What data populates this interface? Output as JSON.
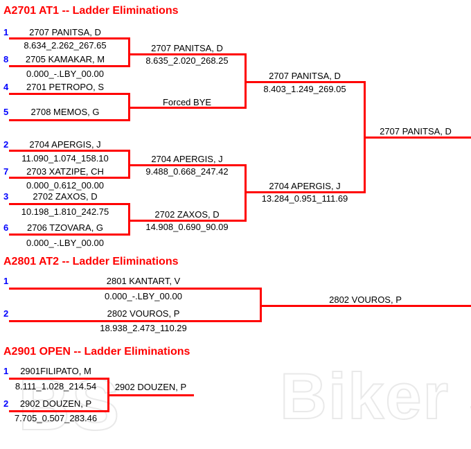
{
  "colors": {
    "red": "#FF0000",
    "blue": "#0000FF",
    "text": "#000000",
    "background": "#FFFFFF",
    "watermark": "#E9E9E9"
  },
  "watermark": {
    "logo": "BS",
    "brand": "Biker Sp"
  },
  "sections": [
    {
      "title": "A2701 AT1 -- Ladder Eliminations",
      "round1": [
        {
          "seed": "1",
          "name": "2707 PANITSA, D",
          "score": "8.634_2.262_267.65"
        },
        {
          "seed": "8",
          "name": "2705 KAMAKAR, M",
          "score": "0.000_-.LBY_00.00"
        },
        {
          "seed": "4",
          "name": "2701 PETROPO, S"
        },
        {
          "seed": "5",
          "name": "2708 MEMOS, G"
        },
        {
          "seed": "2",
          "name": "2704 APERGIS, J",
          "score": "11.090_1.074_158.10"
        },
        {
          "seed": "7",
          "name": "2703 XATZIPE, CH",
          "score": "0.000_0.612_00.00"
        },
        {
          "seed": "3",
          "name": "2702 ZAXOS, D",
          "score": "10.198_1.810_242.75"
        },
        {
          "seed": "6",
          "name": "2706 TZOVARA, G",
          "score": "0.000_-.LBY_00.00"
        }
      ],
      "round2": [
        {
          "name": "2707 PANITSA, D",
          "score": "8.635_2.020_268.25"
        },
        {
          "name": "Forced BYE"
        },
        {
          "name": "2704 APERGIS, J",
          "score": "9.488_0.668_247.42"
        },
        {
          "name": "2702 ZAXOS, D",
          "score": "14.908_0.690_90.09"
        }
      ],
      "round3": [
        {
          "name": "2707 PANITSA, D",
          "score": "8.403_1.249_269.05"
        },
        {
          "name": "2704 APERGIS, J",
          "score": "13.284_0.951_111.69"
        }
      ],
      "winner": "2707 PANITSA, D"
    },
    {
      "title": "A2801 AT2 -- Ladder Eliminations",
      "round1": [
        {
          "seed": "1",
          "name": "2801 KANTART, V",
          "score": "0.000_-.LBY_00.00"
        },
        {
          "seed": "2",
          "name": "2802 VOUROS, P",
          "score": "18.938_2.473_110.29"
        }
      ],
      "winner": "2802 VOUROS, P"
    },
    {
      "title": "A2901 OPEN -- Ladder Eliminations",
      "round1": [
        {
          "seed": "1",
          "name": "2901FILIPATO, M",
          "score": "8.111_1.028_214.54"
        },
        {
          "seed": "2",
          "name": "2902 DOUZEN, P",
          "score": "7.705_0.507_283.46"
        }
      ],
      "winner": "2902 DOUZEN, P"
    }
  ]
}
